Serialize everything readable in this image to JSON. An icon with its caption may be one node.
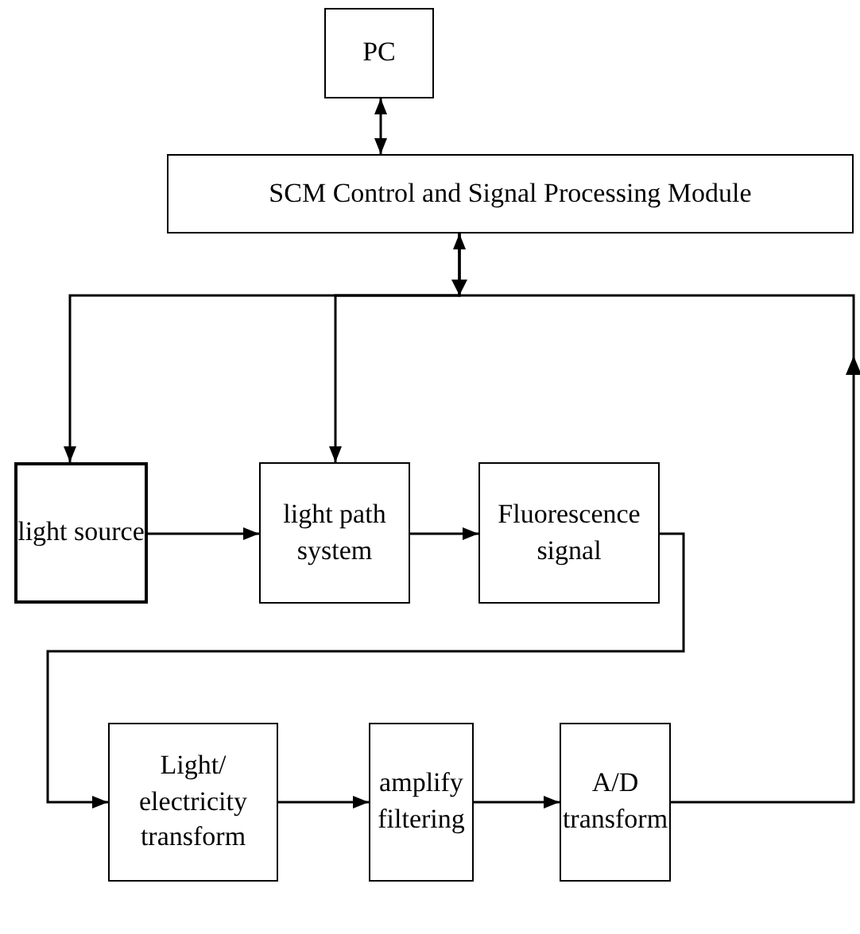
{
  "diagram": {
    "nodes": [
      {
        "text": [
          "PC"
        ]
      },
      {
        "text": [
          "SCM Control and Signal Processing Module"
        ]
      },
      {
        "text": [
          "light source"
        ]
      },
      {
        "text": [
          "light path system"
        ]
      },
      {
        "text": [
          "Fluorescence signal"
        ]
      },
      {
        "text": [
          "Light/ electricity transform"
        ]
      },
      {
        "text": [
          "amplify filtering"
        ]
      },
      {
        "text": [
          "A/D transform"
        ]
      }
    ],
    "edges": [
      {
        "from": 0,
        "to": 1,
        "arrow": "both"
      },
      {
        "from": 1,
        "to": 2,
        "arrow": "to"
      },
      {
        "from": 1,
        "to": 3,
        "arrow": "to"
      },
      {
        "from": 2,
        "to": 3,
        "arrow": "to"
      },
      {
        "from": 3,
        "to": 4,
        "arrow": "to"
      },
      {
        "from": 4,
        "to": 5,
        "arrow": "to"
      },
      {
        "from": 5,
        "to": 6,
        "arrow": "to"
      },
      {
        "from": 6,
        "to": 7,
        "arrow": "to"
      },
      {
        "from": 7,
        "to": 1,
        "arrow": "to"
      }
    ]
  }
}
